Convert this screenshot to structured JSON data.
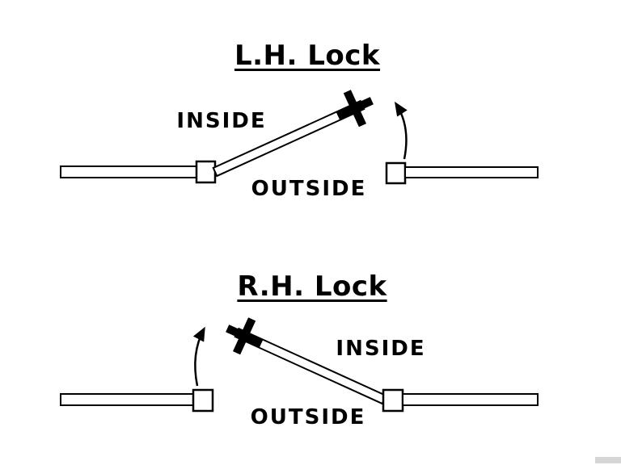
{
  "page": {
    "background_color": "#ffffff",
    "line_color": "#000000"
  },
  "diagrams": [
    {
      "title": "L.H. Lock",
      "inside_label": "INSIDE",
      "outside_label": "OUTSIDE",
      "hinge_side": "left",
      "door_open_direction": "up-right",
      "swing_arrow_side": "right"
    },
    {
      "title": "R.H. Lock",
      "inside_label": "INSIDE",
      "outside_label": "OUTSIDE",
      "hinge_side": "right",
      "door_open_direction": "up-left",
      "swing_arrow_side": "left"
    }
  ]
}
